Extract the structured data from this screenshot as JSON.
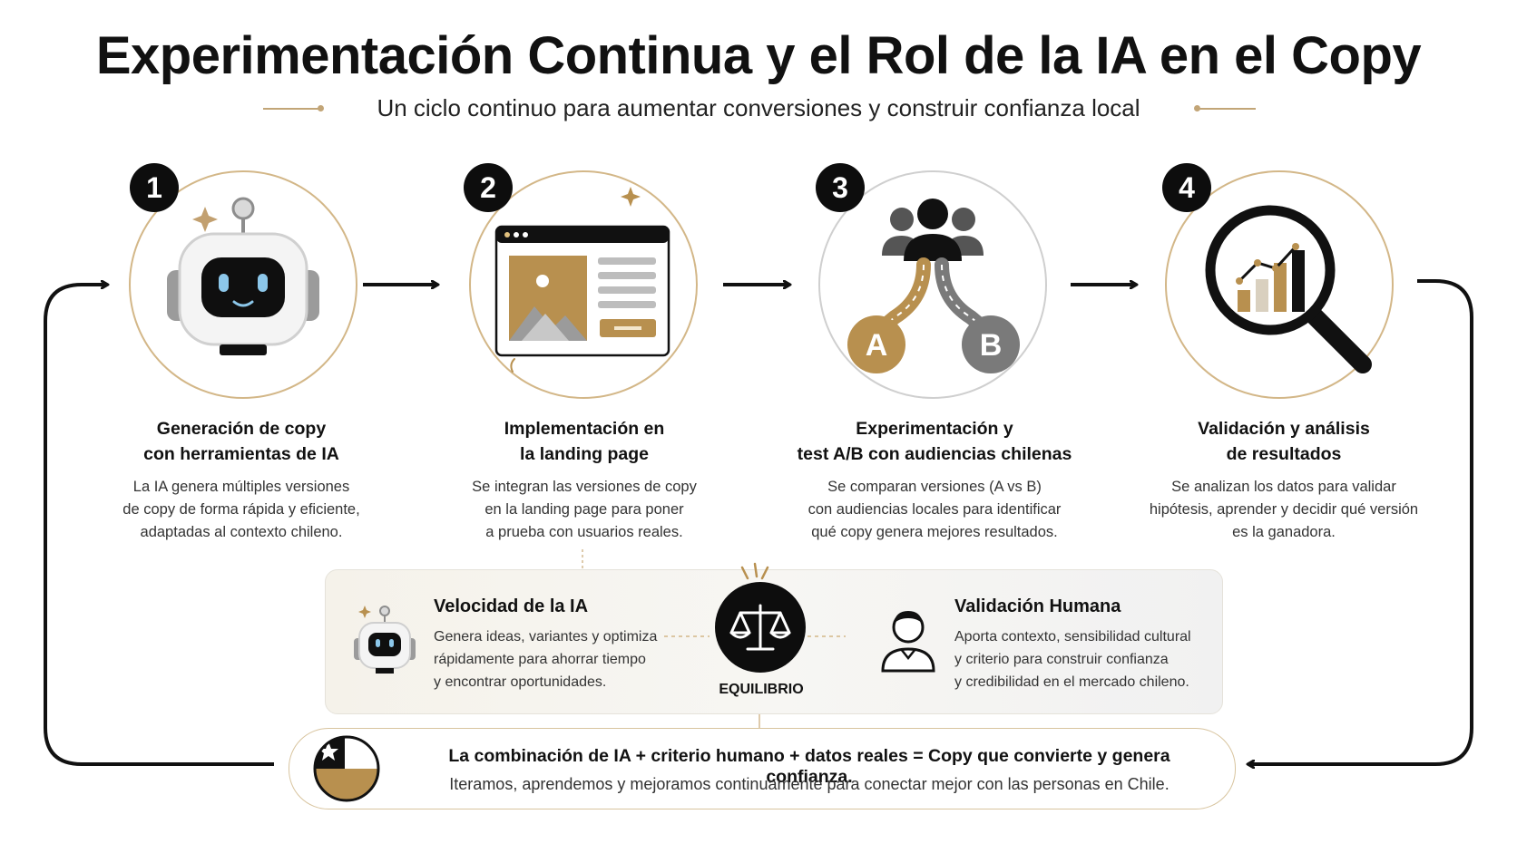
{
  "header": {
    "title": "Experimentación Continua y el Rol de la IA en el Copy",
    "subtitle": "Un ciclo continuo para aumentar conversiones y construir confianza local"
  },
  "steps": [
    {
      "number": "1",
      "icon": "robot-icon",
      "title_line1": "Generación de copy",
      "title_line2": "con herramientas de IA",
      "desc_line1": "La IA genera múltiples versiones",
      "desc_line2": "de copy de forma rápida y eficiente,",
      "desc_line3": "adaptadas al contexto chileno."
    },
    {
      "number": "2",
      "icon": "landing-page-icon",
      "title_line1": "Implementación en",
      "title_line2": "la landing page",
      "desc_line1": "Se integran las versiones de copy",
      "desc_line2": "en la landing page para poner",
      "desc_line3": "a prueba con usuarios reales."
    },
    {
      "number": "3",
      "icon": "ab-test-audience-icon",
      "title_line1": "Experimentación y",
      "title_line2": "test A/B con audiencias chilenas",
      "desc_line1": "Se comparan versiones (A vs B)",
      "desc_line2": "con audiencias locales para identificar",
      "desc_line3": "qué copy genera mejores resultados.",
      "label_a": "A",
      "label_b": "B"
    },
    {
      "number": "4",
      "icon": "magnifier-chart-icon",
      "title_line1": "Validación y análisis",
      "title_line2": "de resultados",
      "desc_line1": "Se analizan los datos para validar",
      "desc_line2": "hipótesis, aprender y decidir qué versión",
      "desc_line3": "es la ganadora."
    }
  ],
  "balance": {
    "left_title": "Velocidad de la IA",
    "left_desc_line1": "Genera ideas, variantes y optimiza",
    "left_desc_line2": "rápidamente para ahorrar tiempo",
    "left_desc_line3": "y encontrar oportunidades.",
    "center_label": "EQUILIBRIO",
    "right_title": "Validación Humana",
    "right_desc_line1": "Aporta contexto, sensibilidad cultural",
    "right_desc_line2": "y criterio para construir confianza",
    "right_desc_line3": "y credibilidad en el mercado chileno."
  },
  "conclusion": {
    "bold": "La combinación de IA + criterio humano + datos reales = Copy que convierte y genera confianza.",
    "text": "Iteramos, aprendemos y mejoramos continuamente para conectar mejor con las personas en Chile.",
    "icon": "chile-flag-icon"
  },
  "colors": {
    "gold": "#b8904f",
    "gold_light": "#c9a874",
    "dark": "#0d0d0d",
    "gray": "#7a7a7a"
  }
}
